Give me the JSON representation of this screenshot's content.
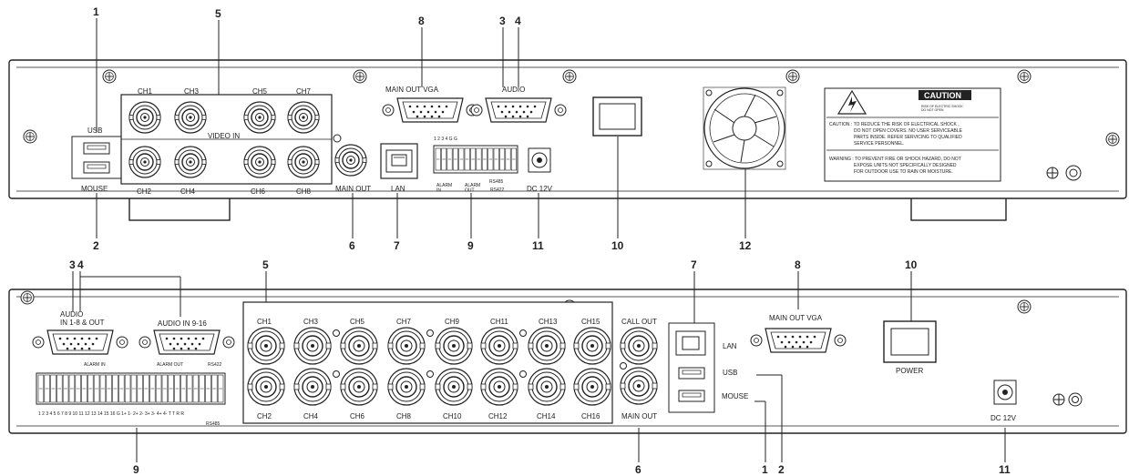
{
  "top_panel": {
    "callouts": [
      "1",
      "2",
      "3",
      "4",
      "5",
      "6",
      "7",
      "8",
      "9",
      "10",
      "11",
      "12"
    ],
    "usb_label": "USB",
    "mouse_label": "MOUSE",
    "video_top_labels": [
      "CH1",
      "CH3",
      "CH5",
      "CH7"
    ],
    "video_bottom_labels": [
      "CH2",
      "CH4",
      "CH6",
      "CH8"
    ],
    "video_in_label": "VIDEO IN",
    "main_out_label": "MAIN OUT",
    "lan_label": "LAN",
    "main_out_vga_label": "MAIN OUT VGA",
    "audio_label": "AUDIO",
    "alarm_numbers": "1 2 3 4 G G",
    "alarm_in_label": "ALARM\nIN",
    "alarm_out_label": "ALARM\nOUT",
    "rs485_label": "RS485",
    "rs422_label": "RS422",
    "dc_label": "DC 12V",
    "caution_title": "CAUTION",
    "caution_sub": "RISK OF ELECTRIC SHOCK\nDO NOT OPEN",
    "caution_text": [
      "CAUTION : TO REDUCE THE RISK OF ELECTRICAL SHOCK ,",
      "DO NOT OPEN COVERS. NO USER SERVICEABLE",
      "PARTS INSIDE. REFER SERVICING TO QUALIFIED",
      "SERVICE PERSONNEL."
    ],
    "warning_text": [
      "WARNING : TO PREVENT FIRE OR SHOCK HAZARD, DO NOT",
      "EXPOSE UNITS NOT SPECIFICALLY DESIGNED",
      "FOR OUTDOOR USE TO RAIN OR MOISTURE."
    ]
  },
  "bottom_panel": {
    "callouts": [
      "3",
      "4",
      "5",
      "7",
      "8",
      "10",
      "9",
      "6",
      "1",
      "2",
      "11"
    ],
    "audio_label": "AUDIO\nIN 1-8 & OUT",
    "audio_916_label": "AUDIO IN 9-16",
    "alarm_in_label": "ALARM IN",
    "alarm_out_label": "ALARM OUT",
    "rs422_label": "RS422",
    "terminal_numbers": "1 2 3 4 5 6 7 8 9 10 11 12 13 14 15 16 G 1+ 1- 2+ 2- 3+ 3- 4+ 4- T T R R",
    "rs485_label": "RS485",
    "video_top_labels": [
      "CH1",
      "CH3",
      "CH5",
      "CH7",
      "CH9",
      "CH11",
      "CH13",
      "CH15"
    ],
    "video_bottom_labels": [
      "CH2",
      "CH4",
      "CH6",
      "CH8",
      "CH10",
      "CH12",
      "CH14",
      "CH16"
    ],
    "call_out_label": "CALL OUT",
    "main_out_label": "MAIN OUT",
    "lan_label": "LAN",
    "usb_label": "USB",
    "mouse_label": "MOUSE",
    "main_out_vga_label": "MAIN OUT VGA",
    "power_label": "POWER",
    "dc_label": "DC 12V"
  }
}
